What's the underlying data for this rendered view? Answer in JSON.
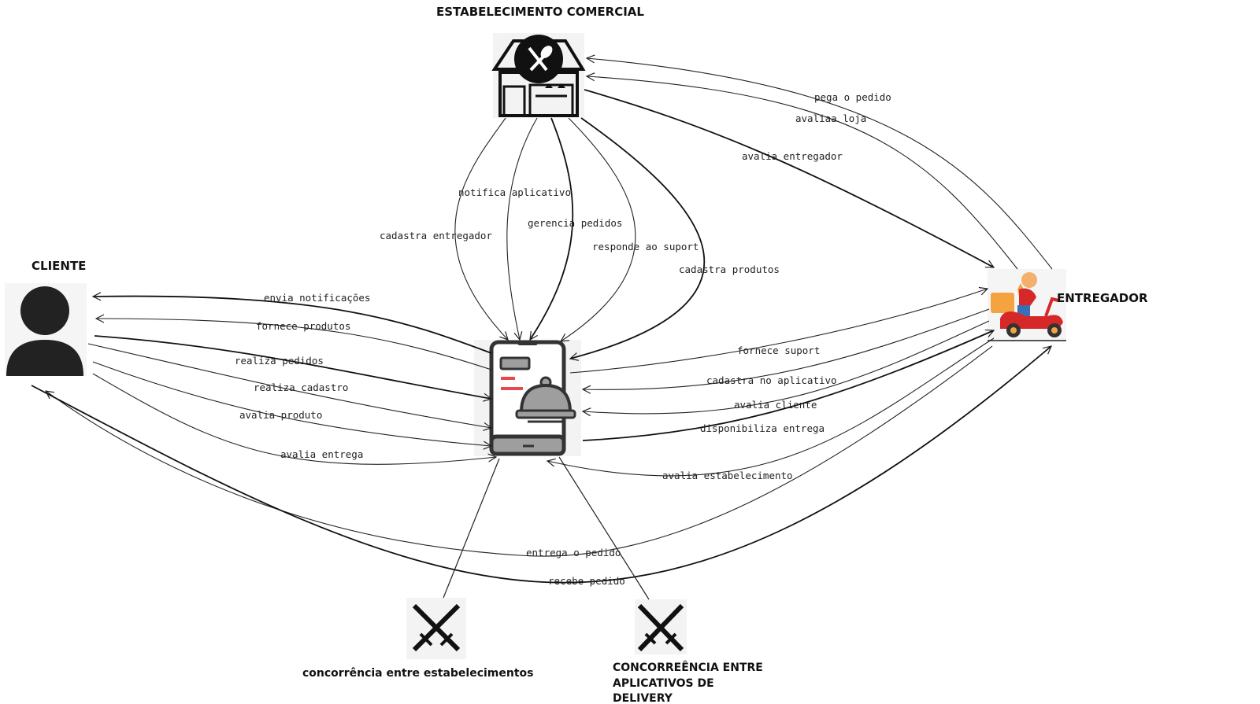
{
  "nodes": {
    "estabelecimento": {
      "title": "ESTABELECIMENTO COMERCIAL",
      "icon": "restaurant-store-icon"
    },
    "cliente": {
      "title": "CLIENTE",
      "icon": "person-icon"
    },
    "app": {
      "title": "",
      "icon": "delivery-app-phone-icon"
    },
    "entregador": {
      "title": "ENTREGADOR",
      "icon": "delivery-scooter-icon"
    },
    "concorrencia_estab": {
      "title": "concorrência entre estabelecimentos",
      "icon": "crossed-swords-icon"
    },
    "concorrencia_apps": {
      "title_lines": [
        "CONCORREÊNCIA ENTRE",
        "APLICATIVOS DE",
        "DELIVERY"
      ],
      "icon": "crossed-swords-icon"
    }
  },
  "edges": {
    "pega_o_pedido": "pega o pedido",
    "avaliaa_loja": "avaliaa loja",
    "avalia_entregador": "avalia entregador",
    "notifica_aplicativo": "notifica aplicativo",
    "gerencia_pedidos": "gerencia pedidos",
    "cadastra_entregador": "cadastra entregador",
    "responde_ao_suport": "responde ao suport",
    "cadastra_produtos": "cadastra produtos",
    "envia_notificacoes": "envia notificações",
    "fornece_produtos": "fornece produtos",
    "realiza_pedidos": "realiza pedidos",
    "realiza_cadastro": "realiza cadastro",
    "avalia_produto": "avalia produto",
    "avalia_entrega": "avalia entrega",
    "fornece_suport": "fornece suport",
    "cadastra_no_aplicativo": "cadastra no aplicativo",
    "avalia_cliente": "avalia cliente",
    "disponibiliza_entrega": "disponibiliza entrega",
    "avalia_estabelecimento": "avalia estabelecimento",
    "entrega_o_pedido": "entrega o pedido",
    "recebe_pedido": "recebe pedido"
  },
  "colors": {
    "ink": "#111111",
    "phone_grey": "#9e9e9e",
    "phone_accent_red": "#e64a4a",
    "scooter_red": "#d62828",
    "box_orange": "#f4a340",
    "rider_skin": "#f1b06b",
    "rider_jeans": "#3a6fb5"
  }
}
